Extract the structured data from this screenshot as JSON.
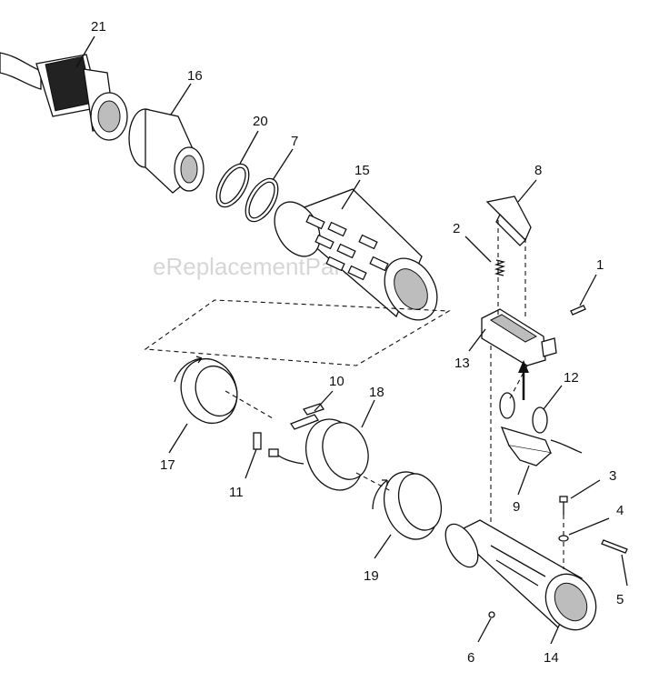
{
  "watermark": "eReplacementParts.com",
  "callouts": [
    {
      "id": "21",
      "text": "21"
    },
    {
      "id": "16",
      "text": "16"
    },
    {
      "id": "20",
      "text": "20"
    },
    {
      "id": "7",
      "text": "7"
    },
    {
      "id": "15",
      "text": "15"
    },
    {
      "id": "8",
      "text": "8"
    },
    {
      "id": "2",
      "text": "2"
    },
    {
      "id": "1",
      "text": "1"
    },
    {
      "id": "13",
      "text": "13"
    },
    {
      "id": "12",
      "text": "12"
    },
    {
      "id": "10",
      "text": "10"
    },
    {
      "id": "18",
      "text": "18"
    },
    {
      "id": "17",
      "text": "17"
    },
    {
      "id": "11",
      "text": "11"
    },
    {
      "id": "9",
      "text": "9"
    },
    {
      "id": "3",
      "text": "3"
    },
    {
      "id": "4",
      "text": "4"
    },
    {
      "id": "19",
      "text": "19"
    },
    {
      "id": "5",
      "text": "5"
    },
    {
      "id": "6",
      "text": "6"
    },
    {
      "id": "14",
      "text": "14"
    }
  ]
}
